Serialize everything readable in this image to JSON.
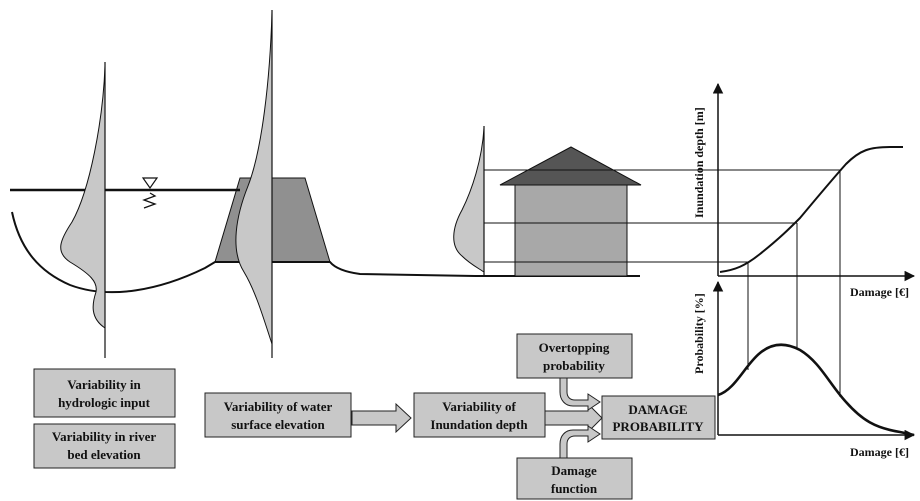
{
  "boxes": {
    "hydrologic": [
      "Variability in",
      "hydrologic input"
    ],
    "riverbed": [
      "Variability in river",
      "bed elevation"
    ],
    "water_surface": [
      "Variability of water",
      "surface elevation"
    ],
    "inundation": [
      "Variability of",
      "Inundation depth"
    ],
    "damage_probability": [
      "DAMAGE",
      "PROBABILITY"
    ],
    "overtopping": [
      "Overtopping",
      "probability"
    ],
    "damage_function": [
      "Damage",
      "function"
    ]
  },
  "axes": {
    "inundation_depth": "Inundation depth [m]",
    "probability": "Probability [%]",
    "damage_top": "Damage [€]",
    "damage_bottom": "Damage [€]"
  },
  "colors": {
    "box_fill": "#c8c8c8",
    "distribution_fill": "#c8c8c8",
    "levee_fill": "#909090",
    "house_body": "#a8a8a8",
    "house_roof": "#555555",
    "line": "#111111"
  }
}
